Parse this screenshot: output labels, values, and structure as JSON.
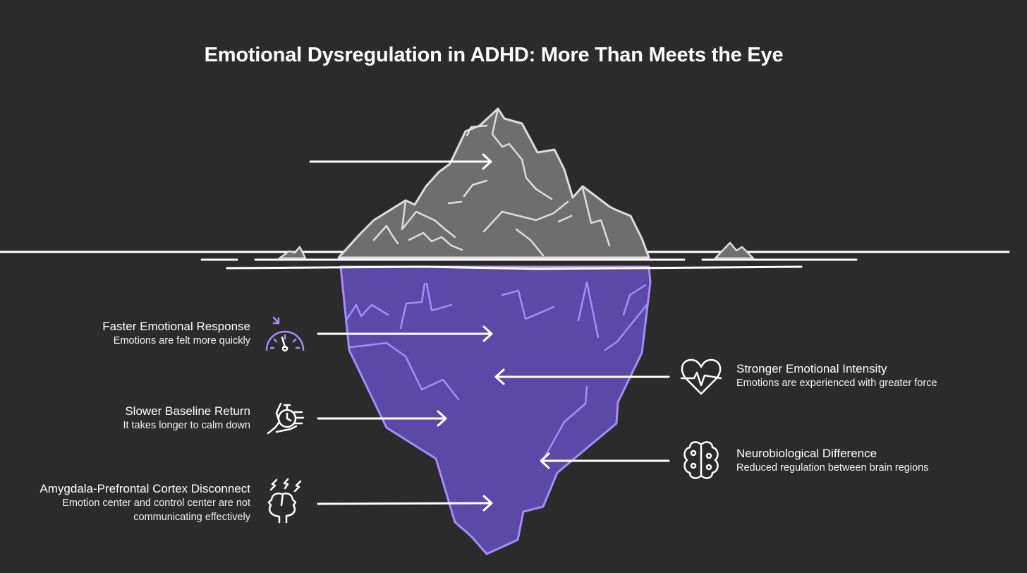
{
  "title": "Emotional Dysregulation in ADHD: More Than Meets the Eye",
  "colors": {
    "background": "#2b2b2b",
    "iceberg_above": "#6e6e6e",
    "iceberg_below": "#5a49a6",
    "iceberg_below_outline": "#a78bfa",
    "line": "#ffffff"
  },
  "items": [
    {
      "title": "Faster Emotional Response",
      "subtitle": "Emotions are felt more quickly",
      "icon": "speedometer-icon"
    },
    {
      "title": "Stronger Emotional Intensity",
      "subtitle": "Emotions are experienced with greater force",
      "icon": "heartbeat-icon"
    },
    {
      "title": "Slower Baseline Return",
      "subtitle": "It takes longer to calm down",
      "icon": "hand-stopwatch-icon"
    },
    {
      "title": "Neurobiological Difference",
      "subtitle": "Reduced regulation between brain regions",
      "icon": "brain-icon"
    },
    {
      "title": "Amygdala-Prefrontal Cortex Disconnect",
      "subtitle_line1": "Emotion center and control center are not",
      "subtitle_line2": "communicating effectively",
      "icon": "heads-lightning-icon"
    }
  ]
}
